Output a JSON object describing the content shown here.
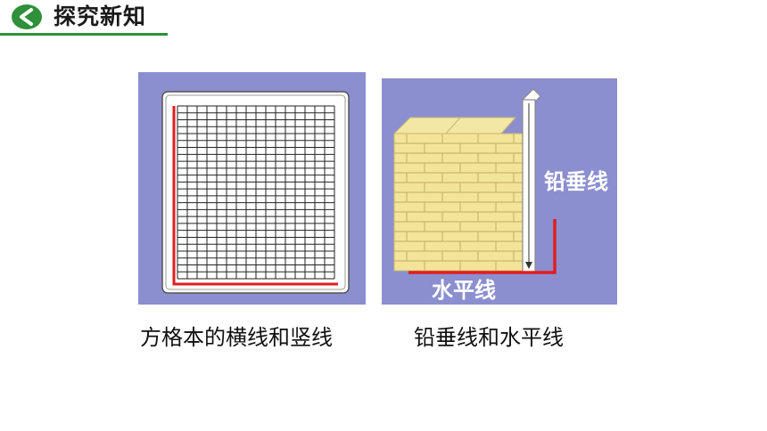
{
  "header": {
    "title": "探究新知",
    "icon": "back-arrow-circle-icon",
    "accent_color": "#2f8f3a"
  },
  "figures": [
    {
      "caption": "方格本的横线和竖线",
      "background": "#8b8fcf"
    },
    {
      "caption": "铅垂线和水平线",
      "background": "#8b8fcf",
      "label_vertical": "铅垂线",
      "label_horizontal": "水平线",
      "label_color": "#ffffff",
      "line_color": "#e01e1e"
    }
  ]
}
